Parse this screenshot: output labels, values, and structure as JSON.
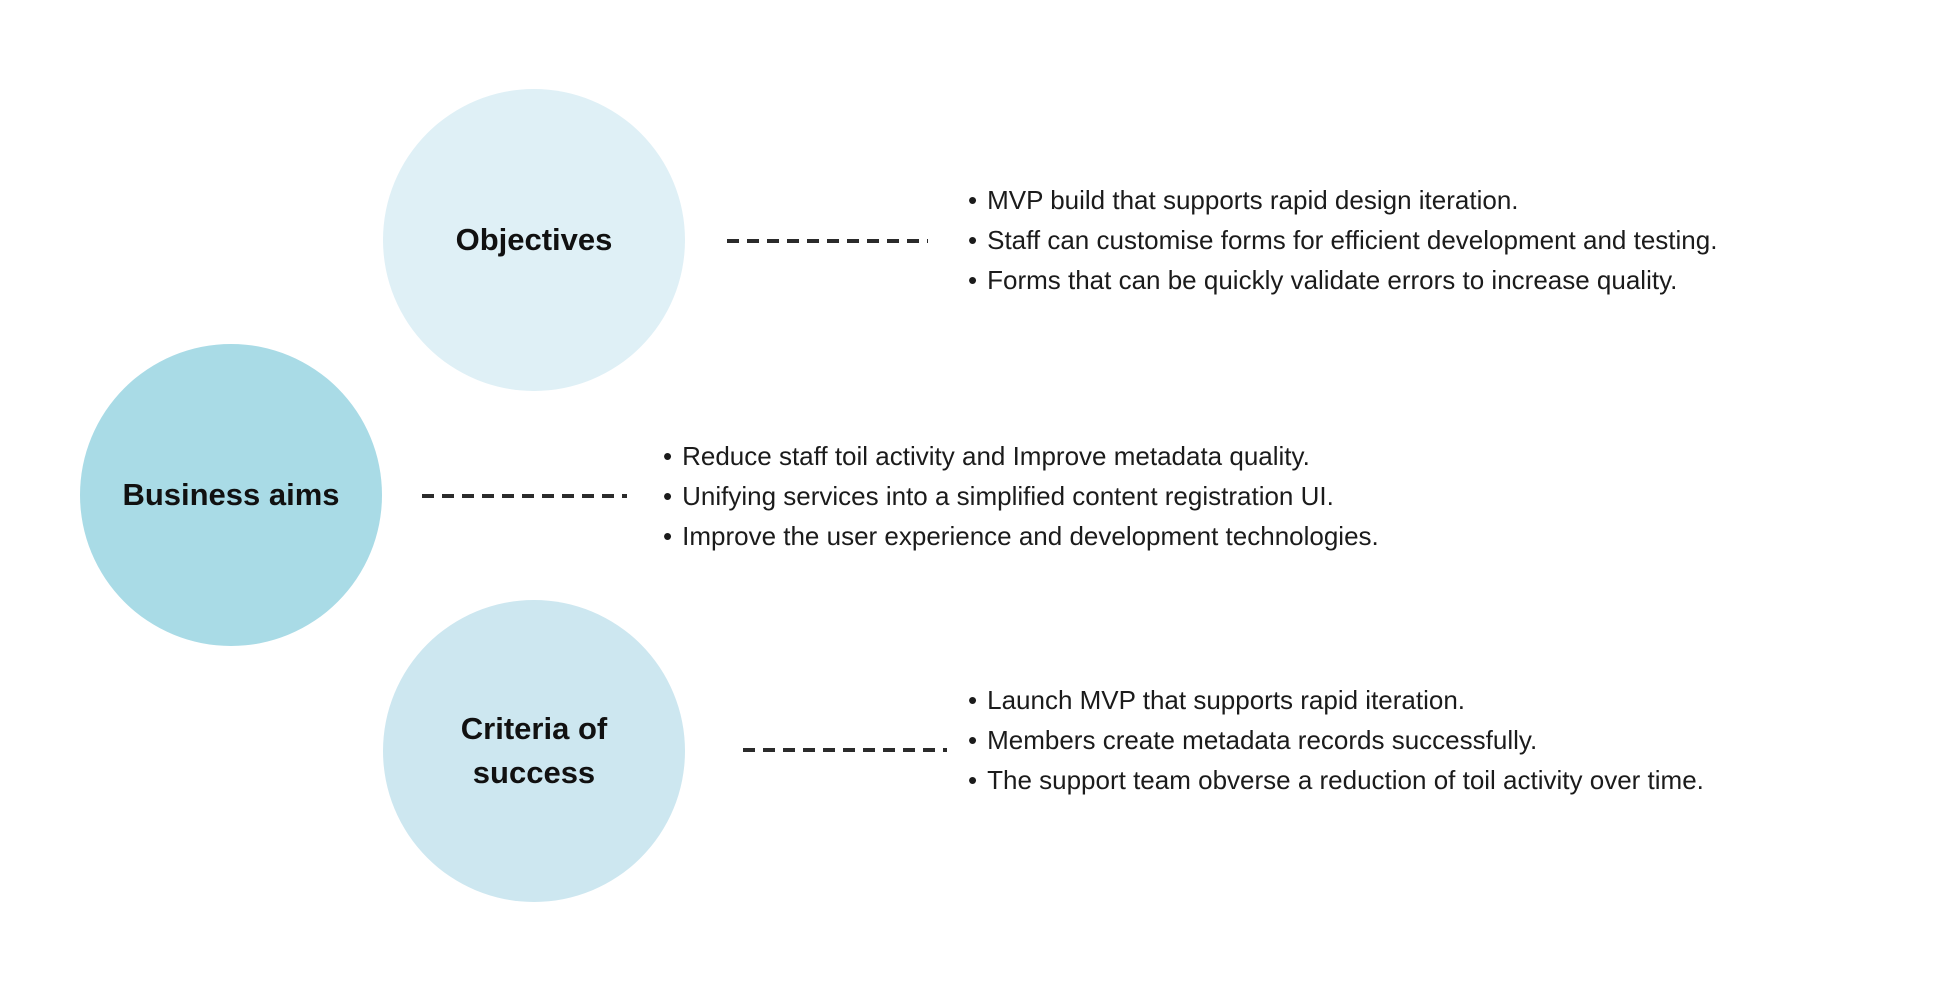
{
  "bullet_char": "•",
  "colors": {
    "objectives_circle": "#dff0f6",
    "business_circle": "#a9dbe6",
    "criteria_circle": "#cde7f0",
    "dash": "#2b2b2b",
    "text": "#1b1b1b"
  },
  "nodes": [
    {
      "title": "Objectives",
      "items": [
        "MVP build that supports rapid design iteration.",
        "Staff can customise forms for efficient development and testing.",
        "Forms that can be quickly validate errors to increase quality."
      ]
    },
    {
      "title": "Business aims",
      "items": [
        "Reduce staff toil activity and Improve metadata quality.",
        "Unifying services into a simplified content registration UI.",
        "Improve the user experience and development technologies."
      ]
    },
    {
      "title": "Criteria of success",
      "items": [
        "Launch MVP that supports rapid iteration.",
        "Members create metadata records successfully.",
        "The support team obverse a reduction of toil activity over time."
      ]
    }
  ]
}
